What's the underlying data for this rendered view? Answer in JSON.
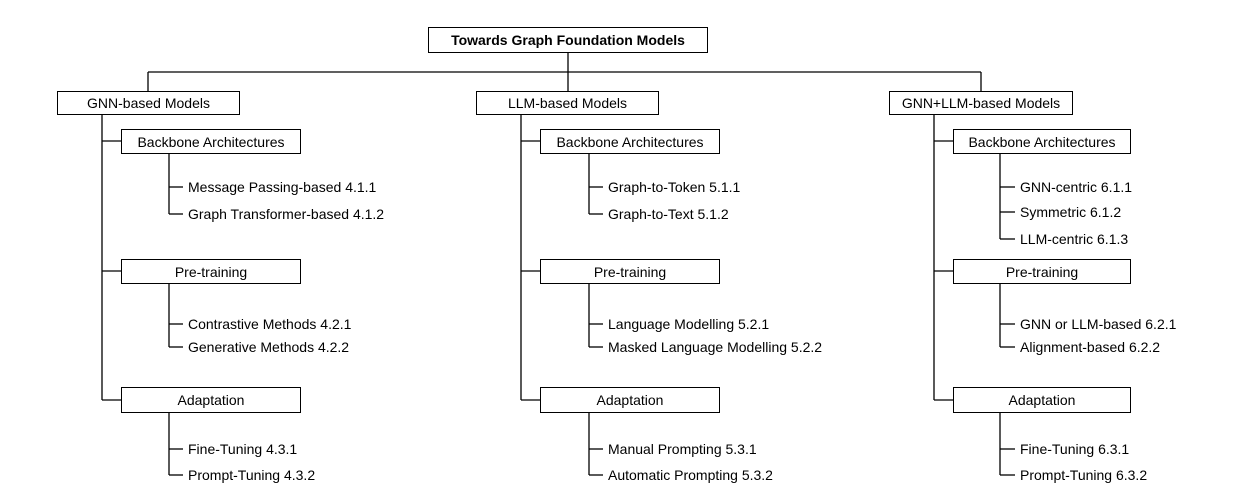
{
  "title": "Towards Graph Foundation Models",
  "columns": [
    {
      "label": "GNN-based Models",
      "groups": [
        {
          "label": "Backbone Architectures",
          "items": [
            "Message Passing-based 4.1.1",
            "Graph Transformer-based 4.1.2"
          ]
        },
        {
          "label": "Pre-training",
          "items": [
            "Contrastive Methods 4.2.1",
            "Generative Methods 4.2.2"
          ]
        },
        {
          "label": "Adaptation",
          "items": [
            "Fine-Tuning 4.3.1",
            "Prompt-Tuning 4.3.2"
          ]
        }
      ]
    },
    {
      "label": "LLM-based Models",
      "groups": [
        {
          "label": "Backbone Architectures",
          "items": [
            "Graph-to-Token 5.1.1",
            "Graph-to-Text 5.1.2"
          ]
        },
        {
          "label": "Pre-training",
          "items": [
            "Language Modelling 5.2.1",
            "Masked Language Modelling 5.2.2"
          ]
        },
        {
          "label": "Adaptation",
          "items": [
            "Manual Prompting 5.3.1",
            "Automatic Prompting 5.3.2"
          ]
        }
      ]
    },
    {
      "label": "GNN+LLM-based Models",
      "groups": [
        {
          "label": "Backbone Architectures",
          "items": [
            "GNN-centric 6.1.1",
            "Symmetric 6.1.2",
            "LLM-centric 6.1.3"
          ]
        },
        {
          "label": "Pre-training",
          "items": [
            "GNN or LLM-based 6.2.1",
            "Alignment-based 6.2.2"
          ]
        },
        {
          "label": "Adaptation",
          "items": [
            "Fine-Tuning 6.3.1",
            "Prompt-Tuning 6.3.2"
          ]
        }
      ]
    }
  ]
}
